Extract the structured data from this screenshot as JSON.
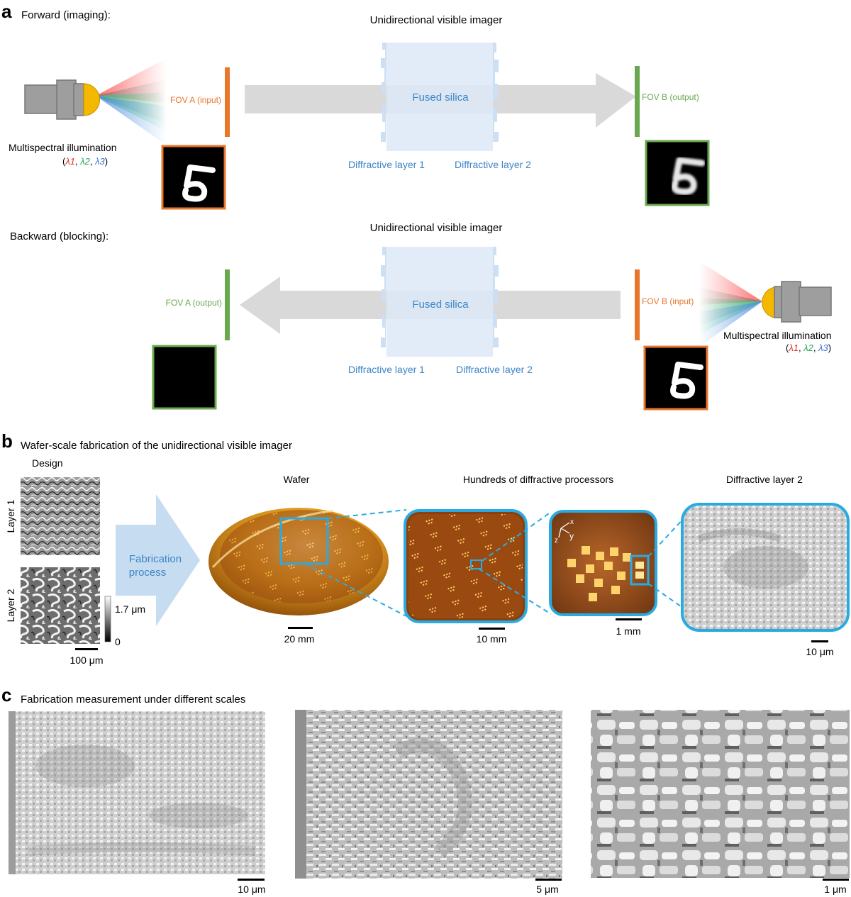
{
  "panel_a": {
    "letter": "a",
    "forward": {
      "title": "Forward (imaging):",
      "device_title": "Unidirectional visible imager",
      "medium": "Fused silica",
      "input_label": "FOV A (input)",
      "output_label": "FOV B (output)",
      "layer1": "Diffractive layer 1",
      "layer2": "Diffractive layer 2",
      "illumination": "Multispectral illumination",
      "lambdas": [
        "λ1",
        "λ2",
        "λ3"
      ],
      "input_image": "digit-5",
      "output_image": "digit-5-blurred"
    },
    "backward": {
      "title": "Backward (blocking):",
      "device_title": "Unidirectional visible imager",
      "medium": "Fused silica",
      "input_label": "FOV B (input)",
      "output_label": "FOV A (output)",
      "layer1": "Diffractive layer 1",
      "layer2": "Diffractive layer 2",
      "illumination": "Multispectral illumination",
      "lambdas": [
        "λ1",
        "λ2",
        "λ3"
      ],
      "input_image": "digit-5",
      "output_image": "dark"
    },
    "colors": {
      "input_orange": "#e8762b",
      "output_green": "#6aa84f",
      "layer_blue": "#3d85c6",
      "silica": "#dce9f7",
      "arrow_gray": "#d9d9d9",
      "lambda1": "#e03030",
      "lambda2": "#2aa35a",
      "lambda3": "#3b6fd6"
    }
  },
  "panel_b": {
    "letter": "b",
    "title": "Wafer-scale fabrication of the unidirectional visible imager",
    "design_label": "Design",
    "layer1_label": "Layer 1",
    "layer2_label": "Layer 2",
    "colorbar_max": "1.7 μm",
    "colorbar_min": "0",
    "design_scale": "100 μm",
    "process_label": [
      "Fabrication",
      "process"
    ],
    "wafer_label": "Wafer",
    "wafer_scale": "20 mm",
    "processors_label": "Hundreds of diffractive processors",
    "processors_scale": "10 mm",
    "zoom_scale": "1 mm",
    "axes": [
      "x",
      "y",
      "z"
    ],
    "layer2_sem_label": "Diffractive layer 2",
    "layer2_sem_scale": "10 μm",
    "frame_blue": "#29abe2",
    "arrow_light_blue": "#c6dcf0"
  },
  "panel_c": {
    "letter": "c",
    "title": "Fabrication measurement under different scales",
    "scales": [
      "10 μm",
      "5 μm",
      "1 μm"
    ]
  }
}
